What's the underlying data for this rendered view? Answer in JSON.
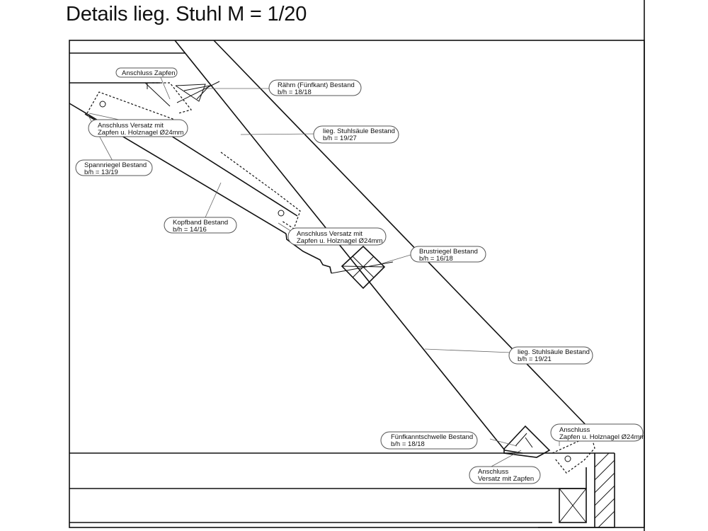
{
  "title": "Details lieg. Stuhl M = 1/20",
  "labels": {
    "anschluss_zapfen": [
      "Anschluss Zapfen"
    ],
    "rahm": [
      "Rähm (Fünfkant) Bestand",
      "b/h = 18/18"
    ],
    "versatz_top": [
      "Anschluss Versatz mit",
      "Zapfen u. Holznagel Ø24mm"
    ],
    "stuhlsaeule_top": [
      "lieg. Stuhlsäule Bestand",
      "b/h = 19/27"
    ],
    "spannriegel": [
      "Spannriegel Bestand",
      "b/h = 13/19"
    ],
    "kopfband": [
      "Kopfband Bestand",
      "b/h = 14/16"
    ],
    "versatz_mid": [
      "Anschluss Versatz mit",
      "Zapfen u. Holznagel Ø24mm"
    ],
    "brustriegel": [
      "Brustriegel Bestand",
      "b/h = 16/18"
    ],
    "stuhlsaeule_bottom": [
      "lieg. Stuhlsäule Bestand",
      "b/h = 19/21"
    ],
    "anschluss_zapfen_holznagel": [
      "Anschluss",
      "Zapfen u. Holznagel Ø24mm"
    ],
    "schwelle": [
      "Fünfkanntschwelle Bestand",
      "b/h = 18/18"
    ],
    "anschluss_versatz": [
      "Anschluss",
      "Versatz mit Zapfen"
    ]
  }
}
